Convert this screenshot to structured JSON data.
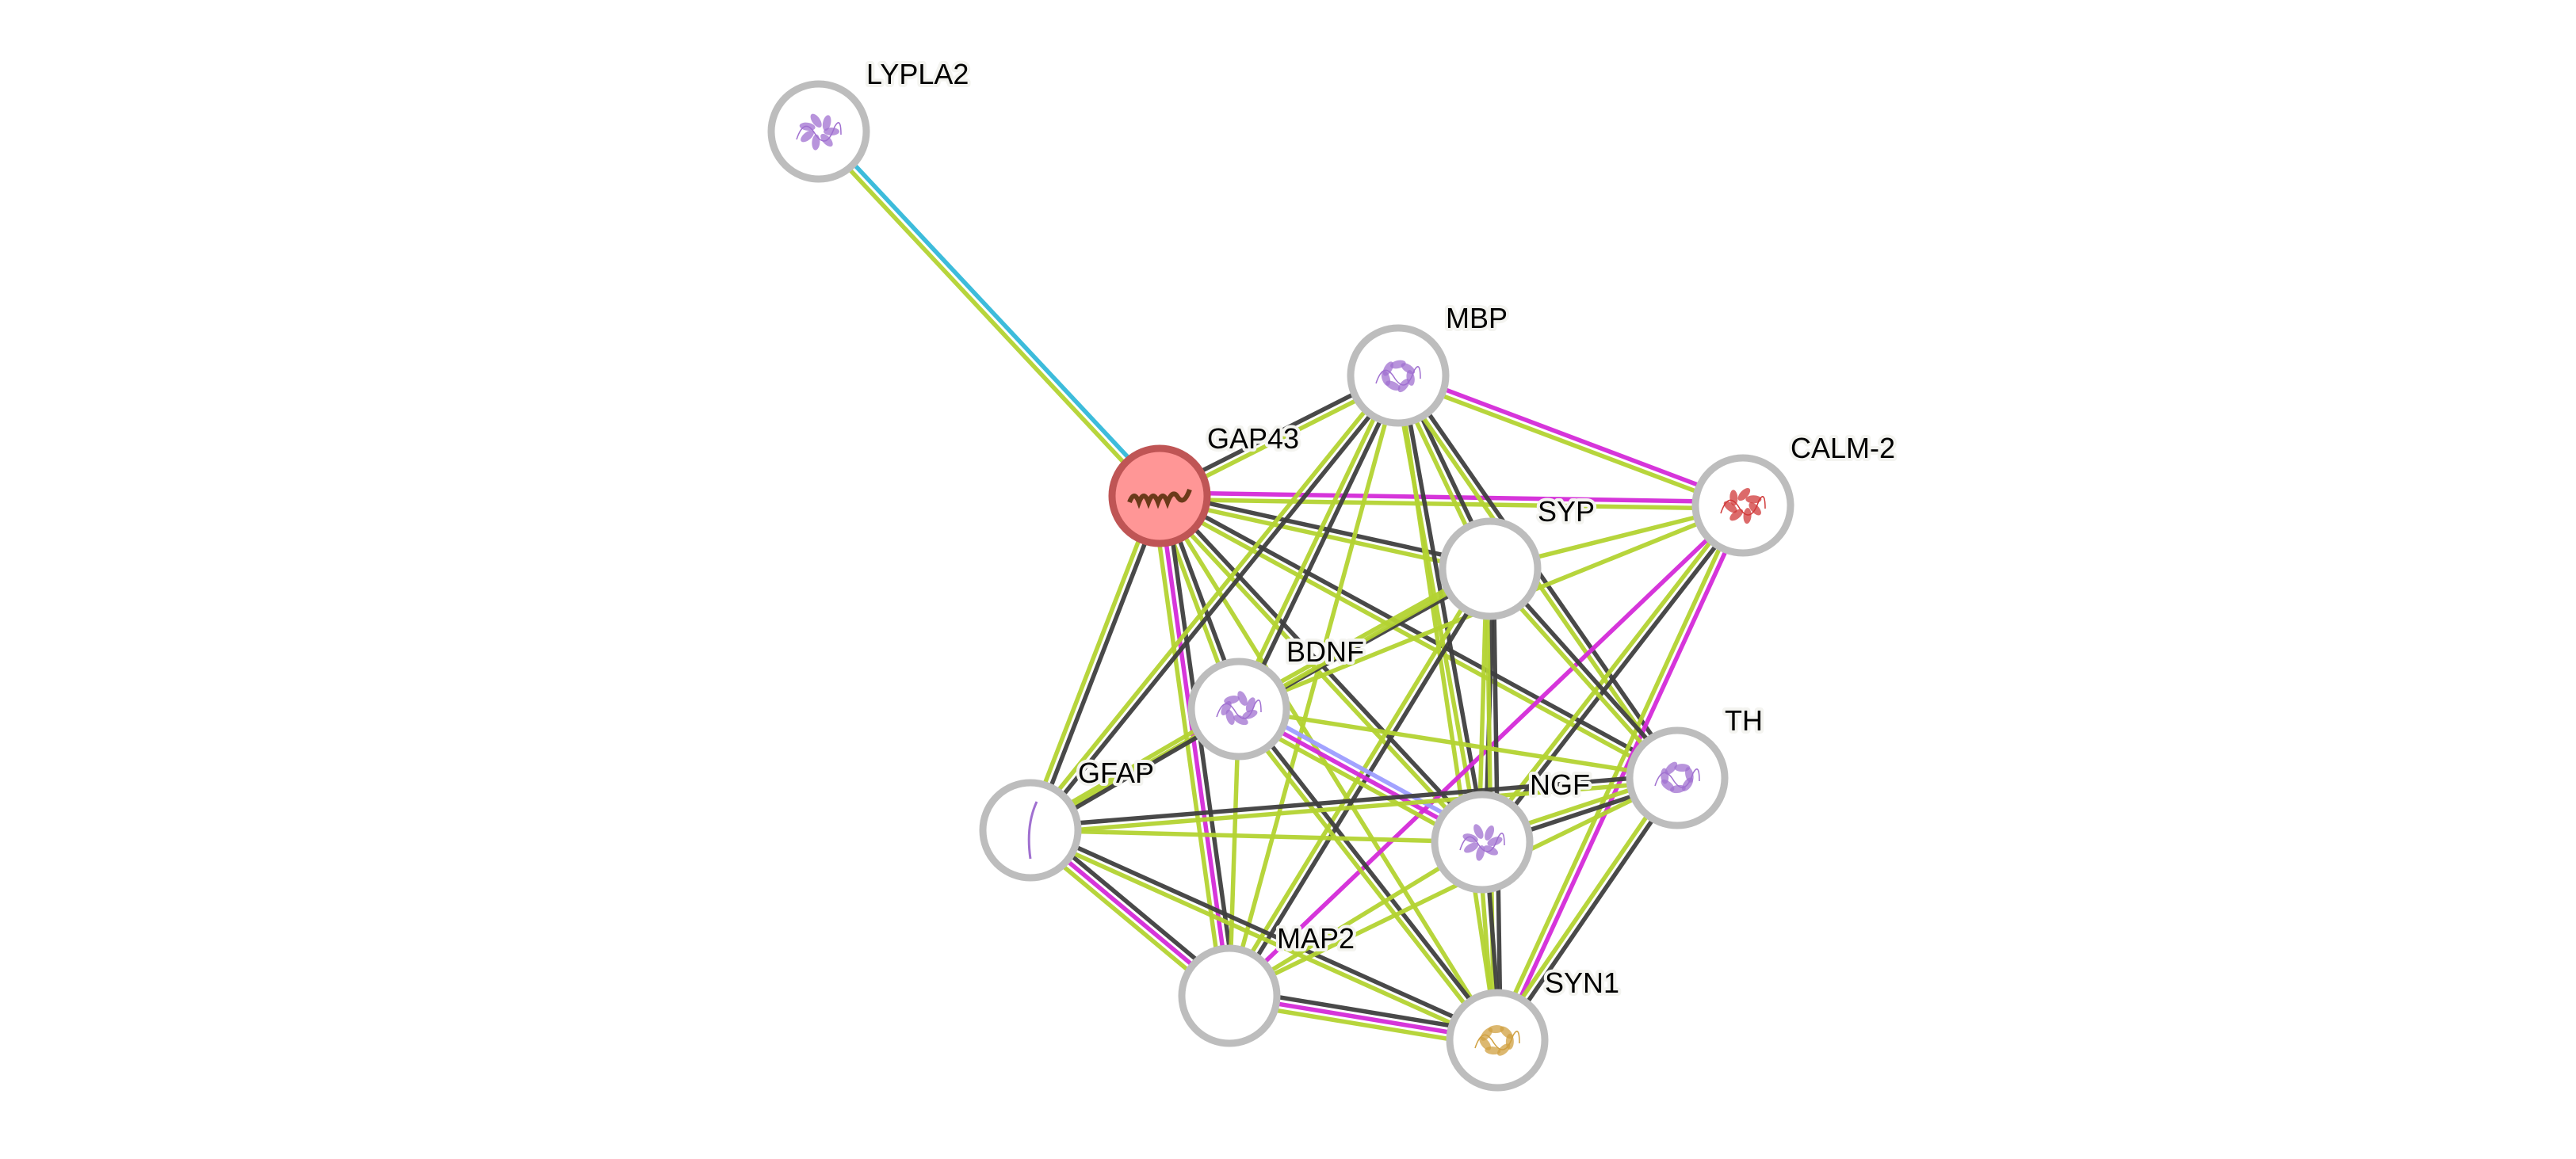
{
  "network": {
    "query_protein": "GAP43",
    "colors": {
      "textmining": "#b3d332",
      "coexpression": "#3f3f3f",
      "experiments": "#d42ad8",
      "databases": "#33b8d9",
      "homology": "#9d9dff",
      "query_fill": "#ff9696",
      "query_ring": "#bf5555",
      "node_ring": "#bdbdbd"
    },
    "nodes": [
      {
        "id": "LYPLA2",
        "label": "LYPLA2",
        "structure_color": "#a070d0"
      },
      {
        "id": "GAP43",
        "label": "GAP43",
        "structure_color": "#6b3a1a"
      },
      {
        "id": "MBP",
        "label": "MBP",
        "structure_color": "#a070d0"
      },
      {
        "id": "CALM-2",
        "label": "CALM-2",
        "structure_color": "#d03838"
      },
      {
        "id": "SYP",
        "label": "SYP",
        "structure_color": ""
      },
      {
        "id": "BDNF",
        "label": "BDNF",
        "structure_color": "#a070d0"
      },
      {
        "id": "TH",
        "label": "TH",
        "structure_color": "#a070d0"
      },
      {
        "id": "GFAP",
        "label": "GFAP",
        "structure_color": "#a070d0"
      },
      {
        "id": "NGF",
        "label": "NGF",
        "structure_color": "#a070d0"
      },
      {
        "id": "MAP2",
        "label": "MAP2",
        "structure_color": ""
      },
      {
        "id": "SYN1",
        "label": "SYN1",
        "structure_color": "#d0a040"
      }
    ],
    "edges": [
      {
        "a": "LYPLA2",
        "b": "GAP43",
        "channels": [
          "databases",
          "textmining"
        ]
      },
      {
        "a": "GAP43",
        "b": "MBP",
        "channels": [
          "coexpression",
          "textmining"
        ]
      },
      {
        "a": "GAP43",
        "b": "CALM-2",
        "channels": [
          "experiments",
          "textmining"
        ]
      },
      {
        "a": "GAP43",
        "b": "SYP",
        "channels": [
          "coexpression",
          "textmining"
        ]
      },
      {
        "a": "GAP43",
        "b": "BDNF",
        "channels": [
          "coexpression",
          "textmining"
        ]
      },
      {
        "a": "GAP43",
        "b": "TH",
        "channels": [
          "coexpression",
          "textmining"
        ]
      },
      {
        "a": "GAP43",
        "b": "GFAP",
        "channels": [
          "coexpression",
          "textmining"
        ]
      },
      {
        "a": "GAP43",
        "b": "NGF",
        "channels": [
          "coexpression",
          "textmining"
        ]
      },
      {
        "a": "GAP43",
        "b": "MAP2",
        "channels": [
          "coexpression",
          "experiments",
          "textmining"
        ]
      },
      {
        "a": "GAP43",
        "b": "SYN1",
        "channels": [
          "textmining"
        ]
      },
      {
        "a": "MBP",
        "b": "CALM-2",
        "channels": [
          "experiments",
          "textmining"
        ]
      },
      {
        "a": "MBP",
        "b": "SYP",
        "channels": [
          "coexpression",
          "textmining"
        ]
      },
      {
        "a": "MBP",
        "b": "BDNF",
        "channels": [
          "coexpression",
          "textmining"
        ]
      },
      {
        "a": "MBP",
        "b": "TH",
        "channels": [
          "coexpression",
          "textmining"
        ]
      },
      {
        "a": "MBP",
        "b": "GFAP",
        "channels": [
          "coexpression",
          "textmining"
        ]
      },
      {
        "a": "MBP",
        "b": "NGF",
        "channels": [
          "coexpression",
          "textmining"
        ]
      },
      {
        "a": "MBP",
        "b": "MAP2",
        "channels": [
          "textmining"
        ]
      },
      {
        "a": "MBP",
        "b": "SYN1",
        "channels": [
          "textmining"
        ]
      },
      {
        "a": "CALM-2",
        "b": "SYP",
        "channels": [
          "textmining"
        ]
      },
      {
        "a": "CALM-2",
        "b": "BDNF",
        "channels": [
          "textmining"
        ]
      },
      {
        "a": "CALM-2",
        "b": "NGF",
        "channels": [
          "coexpression",
          "textmining"
        ]
      },
      {
        "a": "CALM-2",
        "b": "MAP2",
        "channels": [
          "experiments"
        ]
      },
      {
        "a": "CALM-2",
        "b": "SYN1",
        "channels": [
          "experiments",
          "textmining"
        ]
      },
      {
        "a": "SYP",
        "b": "BDNF",
        "channels": [
          "coexpression",
          "textmining"
        ]
      },
      {
        "a": "SYP",
        "b": "GFAP",
        "channels": [
          "textmining"
        ]
      },
      {
        "a": "SYP",
        "b": "TH",
        "channels": [
          "coexpression",
          "textmining"
        ]
      },
      {
        "a": "SYP",
        "b": "NGF",
        "channels": [
          "coexpression",
          "textmining"
        ]
      },
      {
        "a": "SYP",
        "b": "MAP2",
        "channels": [
          "coexpression",
          "textmining"
        ]
      },
      {
        "a": "SYP",
        "b": "SYN1",
        "channels": [
          "coexpression",
          "textmining"
        ]
      },
      {
        "a": "BDNF",
        "b": "GFAP",
        "channels": [
          "coexpression",
          "textmining"
        ]
      },
      {
        "a": "BDNF",
        "b": "NGF",
        "channels": [
          "homology",
          "experiments",
          "textmining"
        ]
      },
      {
        "a": "BDNF",
        "b": "TH",
        "channels": [
          "textmining"
        ]
      },
      {
        "a": "BDNF",
        "b": "MAP2",
        "channels": [
          "textmining"
        ]
      },
      {
        "a": "BDNF",
        "b": "SYN1",
        "channels": [
          "coexpression",
          "textmining"
        ]
      },
      {
        "a": "GFAP",
        "b": "NGF",
        "channels": [
          "textmining"
        ]
      },
      {
        "a": "GFAP",
        "b": "TH",
        "channels": [
          "coexpression",
          "textmining"
        ]
      },
      {
        "a": "GFAP",
        "b": "MAP2",
        "channels": [
          "coexpression",
          "experiments",
          "textmining"
        ]
      },
      {
        "a": "GFAP",
        "b": "SYN1",
        "channels": [
          "coexpression",
          "textmining"
        ]
      },
      {
        "a": "TH",
        "b": "NGF",
        "channels": [
          "coexpression",
          "textmining"
        ]
      },
      {
        "a": "TH",
        "b": "SYN1",
        "channels": [
          "coexpression",
          "textmining"
        ]
      },
      {
        "a": "TH",
        "b": "MAP2",
        "channels": [
          "textmining"
        ]
      },
      {
        "a": "NGF",
        "b": "MAP2",
        "channels": [
          "textmining"
        ]
      },
      {
        "a": "NGF",
        "b": "SYN1",
        "channels": [
          "coexpression",
          "textmining"
        ]
      },
      {
        "a": "MAP2",
        "b": "SYN1",
        "channels": [
          "coexpression",
          "experiments",
          "textmining"
        ]
      }
    ]
  }
}
